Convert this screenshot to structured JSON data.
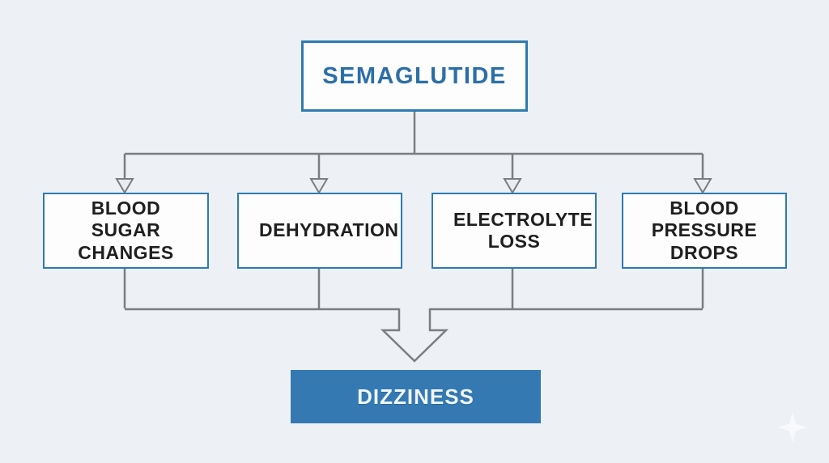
{
  "diagram": {
    "title": "Semaglutide dizziness causes flowchart",
    "type": "flowchart",
    "root": {
      "label": "SEMAGLUTIDE"
    },
    "causes": [
      {
        "label": "BLOOD SUGAR CHANGES"
      },
      {
        "label": "DEHYDRATION"
      },
      {
        "label": "ELECTROLYTE LOSS"
      },
      {
        "label": "BLOOD PRESSURE DROPS"
      }
    ],
    "outcome": {
      "label": "DIZZINESS"
    },
    "edges": [
      "SEMAGLUTIDE -> BLOOD SUGAR CHANGES",
      "SEMAGLUTIDE -> DEHYDRATION",
      "SEMAGLUTIDE -> ELECTROLYTE LOSS",
      "SEMAGLUTIDE -> BLOOD PRESSURE DROPS",
      "BLOOD SUGAR CHANGES -> DIZZINESS",
      "DEHYDRATION -> DIZZINESS",
      "ELECTROLYTE LOSS -> DIZZINESS",
      "BLOOD PRESSURE DROPS -> DIZZINESS"
    ]
  },
  "colors": {
    "background": "#edf0f5",
    "box_border": "#2e7bb1",
    "root_text": "#2c6fa8",
    "node_text": "#1f1f1f",
    "outcome_fill": "#3579b3",
    "outcome_text": "#eef6fb",
    "connector": "#7b7e81"
  },
  "watermark": {
    "icon": "sparkle-icon"
  }
}
